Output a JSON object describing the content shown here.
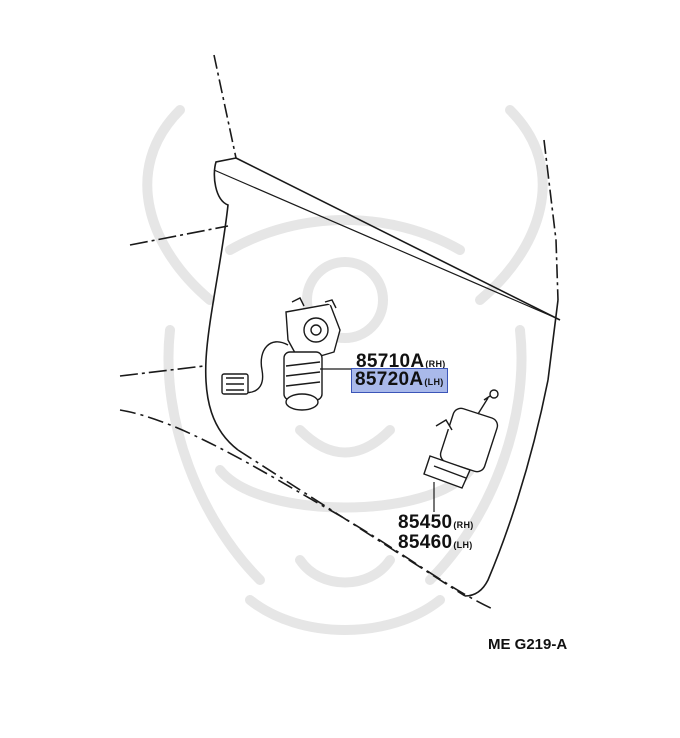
{
  "parts": [
    {
      "number": "85710A",
      "side": "(RH)",
      "highlighted": false
    },
    {
      "number": "85720A",
      "side": "(LH)",
      "highlighted": true
    },
    {
      "number": "85450",
      "side": "(RH)",
      "highlighted": false
    },
    {
      "number": "85460",
      "side": "(LH)",
      "highlighted": false
    }
  ],
  "diagram_code": "ME G219-A",
  "colors": {
    "highlight": "#a9b9ea",
    "highlight_border": "#3b55b8",
    "ink": "#111111",
    "watermark": "#e6e6e6"
  }
}
